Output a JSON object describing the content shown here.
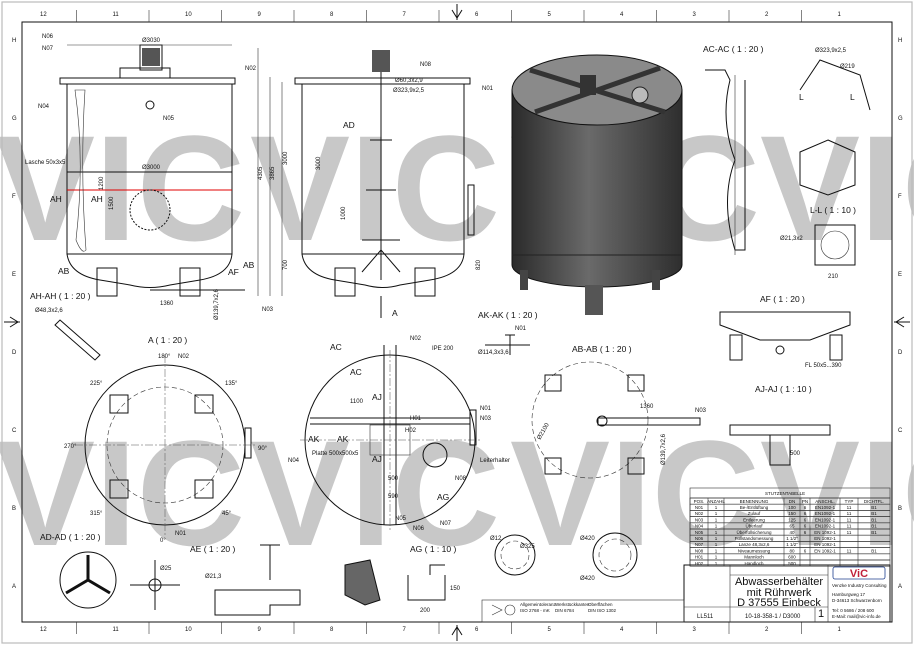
{
  "watermark": "VIC",
  "grid": {
    "columns": [
      "12",
      "11",
      "10",
      "9",
      "8",
      "7",
      "6",
      "5",
      "4",
      "3",
      "2",
      "1"
    ],
    "rows": [
      "H",
      "G",
      "F",
      "E",
      "D",
      "C",
      "B",
      "A"
    ]
  },
  "views": {
    "front": {
      "dia_top": "Ø3030",
      "dia_mid": "Ø3000",
      "n06": "N06",
      "n07": "N07",
      "n04": "N04",
      "n05": "N05",
      "n02": "N02",
      "n03": "N03",
      "lasche": "Lasche 50x3x5",
      "ah": "AH",
      "ab": "AB",
      "af": "AF",
      "h1": "1200",
      "h2": "1500",
      "h3": "4305",
      "h4": "3865",
      "h5": "3000",
      "h6": "700",
      "d1": "1360",
      "d2": "Ø139,7x2,6"
    },
    "section": {
      "ad": "AD",
      "n08": "N08",
      "n01": "N01",
      "h1": "3000",
      "h2": "1000",
      "h3": "820",
      "d1": "Ø323,9x2,5",
      "d2": "Ø60,3x2,9",
      "a": "A"
    },
    "ac": {
      "title": "AC-AC ( 1 : 20 )",
      "d1": "Ø323,9x2,5",
      "d2": "Ø219",
      "l": "L"
    },
    "ll": {
      "title": "L-L ( 1 : 10 )",
      "d1": "Ø21,3x2",
      "d2": "210"
    },
    "ahah": {
      "title": "AH-AH ( 1 : 20 )",
      "d1": "Ø48,3x2,6"
    },
    "a": {
      "title": "A ( 1 : 20 )",
      "deg0": "0°",
      "deg45": "45°",
      "deg90": "90°",
      "deg135": "135°",
      "deg180": "180°",
      "deg225": "225°",
      "deg270": "270°",
      "deg315": "315°",
      "n01": "N01",
      "n02": "N02"
    },
    "akak": {
      "title": "AK-AK ( 1 : 20 )",
      "d1": "Ø114,3x3,6",
      "n01": "N01"
    },
    "top": {
      "ac": "AC",
      "aj": "AJ",
      "ak": "AK",
      "ag": "AG",
      "platte": "Platte 500x500x5",
      "ipe": "IPE 200",
      "leiter": "Leiterhalter",
      "n01": "N01",
      "n02": "N02",
      "n03": "N03",
      "n04": "N04",
      "n05": "N05",
      "n06": "N06",
      "n07": "N07",
      "n08": "N08",
      "h01": "H01",
      "h02": "H02",
      "d1": "1100",
      "d2": "500",
      "d3": "590"
    },
    "abab": {
      "title": "AB-AB ( 1 : 20 )",
      "d1": "1360",
      "d2": "Ø2100",
      "d3": "Ø139,7x2,6",
      "n03": "N03"
    },
    "af": {
      "title": "AF ( 1 : 20 )",
      "fl": "FL 50x5...390"
    },
    "ajaj": {
      "title": "AJ-AJ ( 1 : 10 )",
      "d1": "500"
    },
    "adad": {
      "title": "AD-AD ( 1 : 20 )"
    },
    "ae": {
      "title": "AE ( 1 : 20 )",
      "d1": "Ø25",
      "d2": "Ø21,3"
    },
    "ag": {
      "title": "AG ( 1 : 10 )",
      "d1": "200",
      "d2": "150"
    },
    "small": {
      "d1": "Ø325",
      "d2": "Ø12",
      "d3": "Ø420",
      "d4": "Ø420"
    }
  },
  "nozzle_table": {
    "title": "STUTZENTABELLE",
    "headers": [
      "POS.",
      "ANZAHL",
      "BENENNUNG",
      "DN",
      "PN",
      "ANSCHL.",
      "TYP",
      "DICHTFL."
    ],
    "rows": [
      [
        "N01",
        "1",
        "Be-/Entlüftung",
        "100",
        "6",
        "EN1092-1",
        "11",
        "B1"
      ],
      [
        "N02",
        "1",
        "Zulauf",
        "150",
        "6",
        "EN1092-1",
        "11",
        "B1"
      ],
      [
        "N03",
        "1",
        "Entleerung",
        "125",
        "6",
        "EN1092-1",
        "11",
        "B1"
      ],
      [
        "N04",
        "1",
        "Überlauf",
        "65",
        "6",
        "EN1092-1",
        "11",
        "B1"
      ],
      [
        "N05",
        "1",
        "Überfüllsicherung",
        "40",
        "6",
        "EN 1092-1",
        "11",
        "B1"
      ],
      [
        "N06",
        "1",
        "Füllstandsmessung",
        "1 1/2\"",
        "",
        "EN 1092-1",
        "",
        ""
      ],
      [
        "N07",
        "1",
        "Lanze 48,3x2,6",
        "1 1/2\"",
        "",
        "EN 1092-1",
        "",
        ""
      ],
      [
        "N08",
        "1",
        "Niveaumessung",
        "80",
        "6",
        "EN 1092-1",
        "11",
        "B1"
      ],
      [
        "H01",
        "1",
        "Mannloch",
        "600",
        "",
        "",
        "",
        ""
      ],
      [
        "H02",
        "1",
        "Handloch",
        "500",
        "",
        "",
        "",
        ""
      ]
    ]
  },
  "title_block": {
    "title_line1": "Abwasserbehälter",
    "title_line2": "mit Rührwerk",
    "title_line3": "D 37555 Einbeck",
    "drawing_no": "10-18-358-1 / D3000",
    "sheet": "1",
    "code": "LL511",
    "company_logo": "ViC",
    "company": "Venzke Industry Consulting",
    "address1": "Hamburgweg 17",
    "address2": "D-34613 Schwarzenborn",
    "tel": "Tel: 0 5686 / 208 600",
    "email": "E-Mail: mail@vic-info.de",
    "tol1": "Allgemeintoleranz",
    "tol2": "ISO 2768 - mK",
    "weld1": "Werkstückkanten",
    "weld2": "DIN 6784",
    "surf1": "Oberflächen",
    "surf2": "DIN ISO 1302"
  },
  "colors": {
    "line": "#111111",
    "watermark": "#c8c8c8",
    "red": "#e00000",
    "tank_dark": "#3a3a3a",
    "logo_red": "#c0203a",
    "logo_blue": "#1f3f8f"
  }
}
